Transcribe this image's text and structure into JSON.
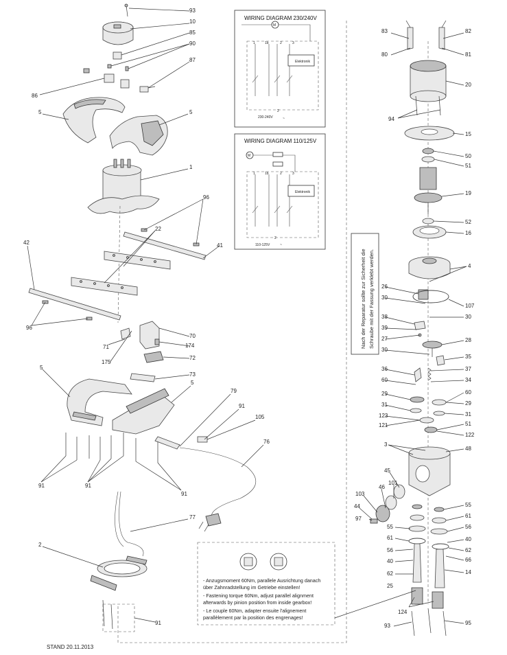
{
  "wiring_230": {
    "title": "WIRING DIAGRAM 230/240V",
    "motor": "M",
    "terminals": [
      "1",
      "1b",
      "2",
      "3"
    ],
    "electronic": "Elektronik",
    "supply": "230-240V",
    "supply_num": "2",
    "ac": "~"
  },
  "wiring_110": {
    "title": "WIRING DIAGRAM 110/125V",
    "motor": "M",
    "terminals": [
      "1",
      "1b",
      "2",
      "3"
    ],
    "electronic": "Elektronik",
    "supply": "110-125V",
    "supply_num": "2",
    "ac": "~"
  },
  "vertical_note": [
    "Nach der Reparatur sollte zur Sicherheit die",
    "Schraube mit der Fassung verklebt werden."
  ],
  "torque_note": [
    "- Anzugsmoment 60Nm, parallele Ausrichtung danach",
    "  über Zahnradstellung im Getriebe einstellen!",
    "- Fastening torque 60Nm, adjust parallel alignment",
    "  afterwards by pinion position from inside gearbox!",
    "- Le couple 60Nm, adapter ensuite l'alignement",
    "  parallèlement par la position des engrenages!"
  ],
  "stand": "STAND 20.11.2013",
  "labels": [
    {
      "id": "l93a",
      "text": "93"
    },
    {
      "id": "l10",
      "text": "10"
    },
    {
      "id": "l85",
      "text": "85"
    },
    {
      "id": "l90",
      "text": "90"
    },
    {
      "id": "l87",
      "text": "87"
    },
    {
      "id": "l86",
      "text": "86"
    },
    {
      "id": "l5a",
      "text": "5"
    },
    {
      "id": "l5b",
      "text": "5"
    },
    {
      "id": "l1",
      "text": "1"
    },
    {
      "id": "l96a",
      "text": "96"
    },
    {
      "id": "l22",
      "text": "22"
    },
    {
      "id": "l42",
      "text": "42"
    },
    {
      "id": "l41",
      "text": "41"
    },
    {
      "id": "l96b",
      "text": "96"
    },
    {
      "id": "l70",
      "text": "70"
    },
    {
      "id": "l174",
      "text": "174"
    },
    {
      "id": "l71",
      "text": "71"
    },
    {
      "id": "l175",
      "text": "175"
    },
    {
      "id": "l72",
      "text": "72"
    },
    {
      "id": "l73",
      "text": "73"
    },
    {
      "id": "l5c",
      "text": "5"
    },
    {
      "id": "l5d",
      "text": "5"
    },
    {
      "id": "l79",
      "text": "79"
    },
    {
      "id": "l91a",
      "text": "91"
    },
    {
      "id": "l105",
      "text": "105"
    },
    {
      "id": "l76",
      "text": "76"
    },
    {
      "id": "l91b",
      "text": "91"
    },
    {
      "id": "l91c",
      "text": "91"
    },
    {
      "id": "l91d",
      "text": "91"
    },
    {
      "id": "l77",
      "text": "77"
    },
    {
      "id": "l2",
      "text": "2"
    },
    {
      "id": "l91e",
      "text": "91"
    },
    {
      "id": "l83",
      "text": "83"
    },
    {
      "id": "l82",
      "text": "82"
    },
    {
      "id": "l80",
      "text": "80"
    },
    {
      "id": "l81",
      "text": "81"
    },
    {
      "id": "l20",
      "text": "20"
    },
    {
      "id": "l94",
      "text": "94"
    },
    {
      "id": "l15",
      "text": "15"
    },
    {
      "id": "l50",
      "text": "50"
    },
    {
      "id": "l51a",
      "text": "51"
    },
    {
      "id": "l19",
      "text": "19"
    },
    {
      "id": "l52",
      "text": "52"
    },
    {
      "id": "l16",
      "text": "16"
    },
    {
      "id": "l4",
      "text": "4"
    },
    {
      "id": "l26",
      "text": "26"
    },
    {
      "id": "l30a",
      "text": "30"
    },
    {
      "id": "l107",
      "text": "107"
    },
    {
      "id": "l30b",
      "text": "30"
    },
    {
      "id": "l38",
      "text": "38"
    },
    {
      "id": "l39",
      "text": "39"
    },
    {
      "id": "l27",
      "text": "27"
    },
    {
      "id": "l28",
      "text": "28"
    },
    {
      "id": "l30c",
      "text": "30"
    },
    {
      "id": "l35",
      "text": "35"
    },
    {
      "id": "l36",
      "text": "36"
    },
    {
      "id": "l37",
      "text": "37"
    },
    {
      "id": "l60a",
      "text": "60"
    },
    {
      "id": "l34",
      "text": "34"
    },
    {
      "id": "l29a",
      "text": "29"
    },
    {
      "id": "l60b",
      "text": "60"
    },
    {
      "id": "l29b",
      "text": "29"
    },
    {
      "id": "l31a",
      "text": "31"
    },
    {
      "id": "l123",
      "text": "123"
    },
    {
      "id": "l31b",
      "text": "31"
    },
    {
      "id": "l121",
      "text": "121"
    },
    {
      "id": "l51b",
      "text": "51"
    },
    {
      "id": "l122",
      "text": "122"
    },
    {
      "id": "l3",
      "text": "3"
    },
    {
      "id": "l48",
      "text": "48"
    },
    {
      "id": "l45",
      "text": "45"
    },
    {
      "id": "l101",
      "text": "101"
    },
    {
      "id": "l46",
      "text": "46"
    },
    {
      "id": "l103",
      "text": "103"
    },
    {
      "id": "l44",
      "text": "44"
    },
    {
      "id": "l97",
      "text": "97"
    },
    {
      "id": "l55a",
      "text": "55"
    },
    {
      "id": "l61a",
      "text": "61"
    },
    {
      "id": "l56a",
      "text": "56"
    },
    {
      "id": "l40a",
      "text": "40"
    },
    {
      "id": "l62a",
      "text": "62"
    },
    {
      "id": "l66",
      "text": "66"
    },
    {
      "id": "l14",
      "text": "14"
    },
    {
      "id": "l55b",
      "text": "55"
    },
    {
      "id": "l61b",
      "text": "61"
    },
    {
      "id": "l56b",
      "text": "56"
    },
    {
      "id": "l40b",
      "text": "40"
    },
    {
      "id": "l62b",
      "text": "62"
    },
    {
      "id": "l25",
      "text": "25"
    },
    {
      "id": "l124",
      "text": "124"
    },
    {
      "id": "l93b",
      "text": "93"
    },
    {
      "id": "l95",
      "text": "95"
    }
  ]
}
